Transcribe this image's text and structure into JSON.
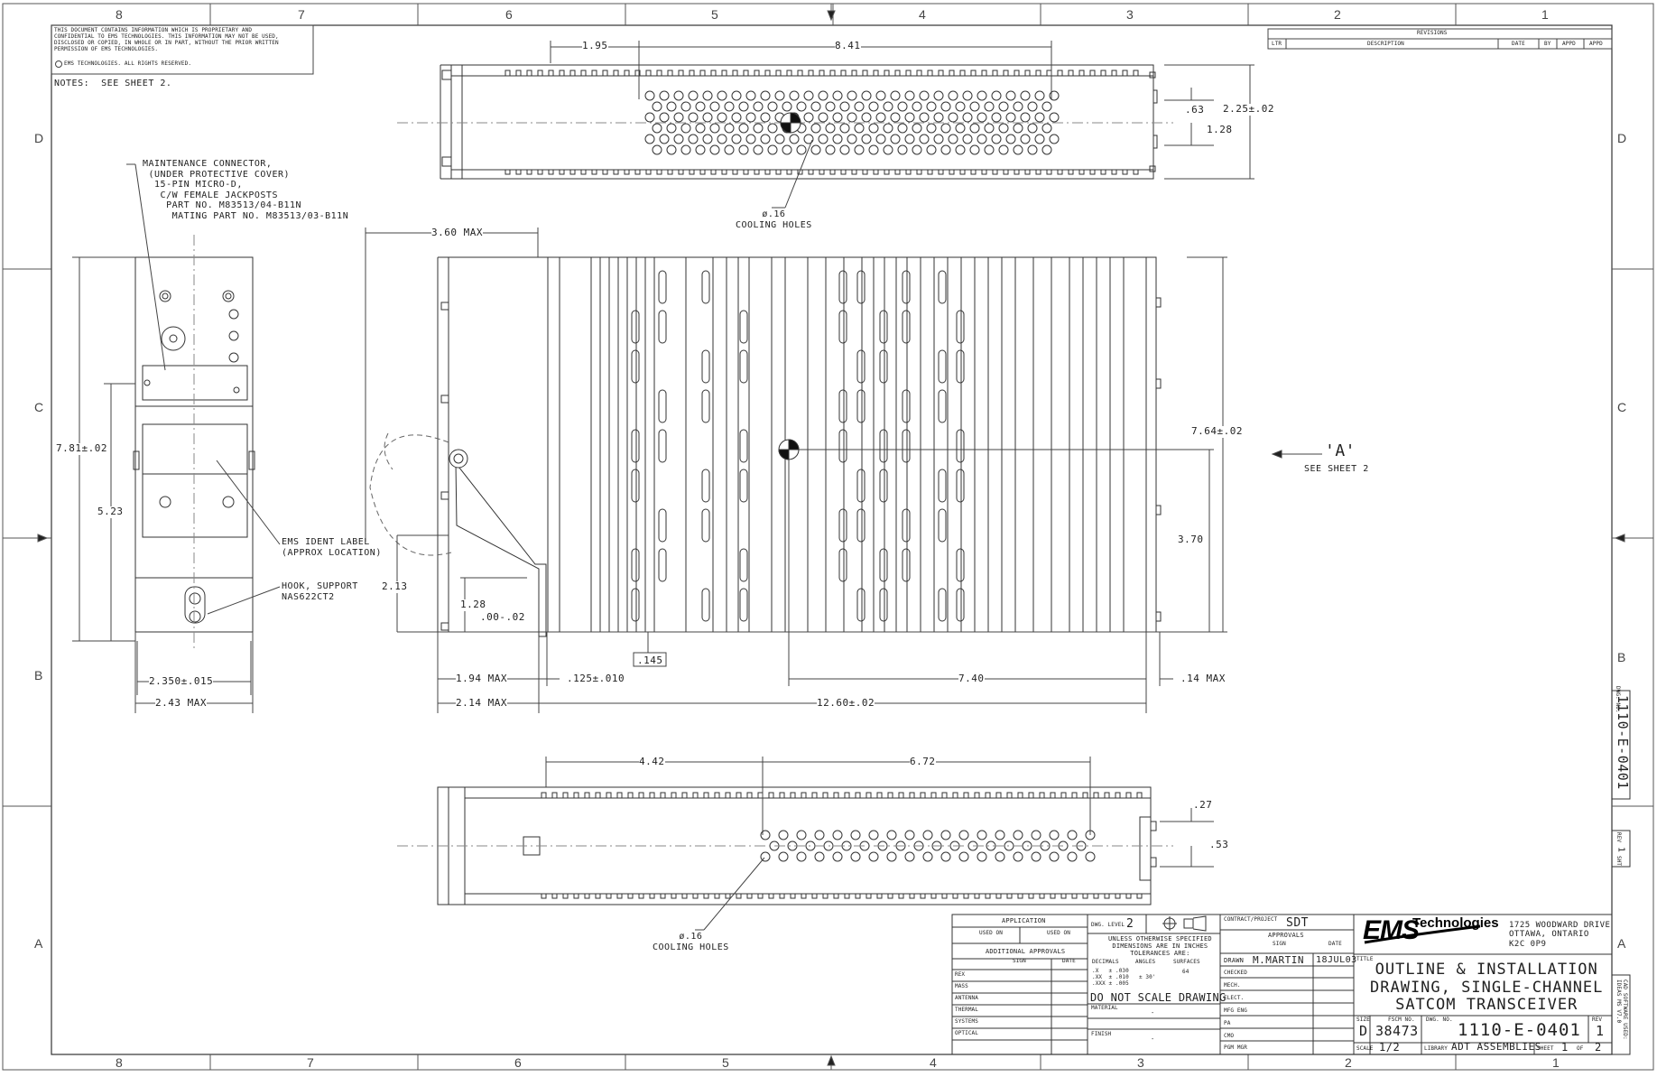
{
  "zones": {
    "cols_top": [
      "8",
      "7",
      "6",
      "5",
      "4",
      "3",
      "2",
      "1"
    ],
    "cols_bottom": [
      "8",
      "7",
      "6",
      "5",
      "4",
      "3",
      "2",
      "1"
    ],
    "rows": [
      "D",
      "C",
      "B",
      "A"
    ]
  },
  "proprietary": {
    "text": "THIS DOCUMENT CONTAINS INFORMATION WHICH IS PROPRIETARY AND\nCONFIDENTIAL TO EMS TECHNOLOGIES. THIS INFORMATION MAY NOT BE USED,\nDISCLOSED OR COPIED, IN WHOLE OR IN PART, WITHOUT THE PRIOR WRITTEN\nPERMISSION OF EMS TECHNOLOGIES.",
    "copyright": "EMS TECHNOLOGIES. ALL RIGHTS RESERVED."
  },
  "notes": "NOTES:  SEE SHEET 2.",
  "revisions": {
    "title": "REVISIONS",
    "headers": [
      "LTR",
      "DESCRIPTION",
      "DATE",
      "BY",
      "APPD",
      "APPD"
    ]
  },
  "callouts": {
    "maintenance": "MAINTENANCE CONNECTOR,\n (UNDER PROTECTIVE COVER)\n  15-PIN MICRO-D,\n   C/W FEMALE JACKPOSTS\n    PART NO. M83513/04-B11N\n     MATING PART NO. M83513/03-B11N",
    "cooling_top": "ø.16\nCOOLING HOLES",
    "cooling_bottom": "ø.16\nCOOLING HOLES",
    "ems_ident": "EMS IDENT LABEL\n(APPROX LOCATION)",
    "hook": "HOOK, SUPPORT\nNAS622CT2",
    "view_a": "'A'",
    "see_sheet": "SEE SHEET 2"
  },
  "dims": {
    "top_1_95": "1.95",
    "top_8_41": "8.41",
    "top_63": ".63",
    "top_2_25": "2.25±.02",
    "top_1_28": "1.28",
    "side_3_60": "3.60 MAX",
    "side_7_81": "7.81±.02",
    "side_5_23": "5.23",
    "side_2_13": "2.13",
    "side_1_28": "1.28",
    "side_00_02": ".00-.02",
    "side_145": ".145",
    "side_1_94": "1.94 MAX",
    "side_125": ".125±.010",
    "side_7_40": "7.40",
    "side_14": ".14 MAX",
    "side_2_14": "2.14 MAX",
    "side_12_60": "12.60±.02",
    "side_7_64": "7.64±.02",
    "side_3_70": "3.70",
    "front_2_350": "2.350±.015",
    "front_2_43": "2.43 MAX",
    "bot_4_42": "4.42",
    "bot_6_72": "6.72",
    "bot_27": ".27",
    "bot_53": ".53"
  },
  "title_block": {
    "application": "APPLICATION",
    "used_on": "USED ON",
    "used_on2": "USED ON",
    "dwg_level_label": "DWG. LEVEL",
    "dwg_level": "2",
    "tolerances": "UNLESS OTHERWISE SPECIFIED\nDIMENSIONS ARE IN INCHES\nTOLERANCES ARE:",
    "tol_headers": [
      "DECIMALS",
      "ANGLES",
      "SURFACES"
    ],
    "tol_values": ".X   ± .030\n.XX  ± .010\n.XXX ± .005",
    "angle_tol": "± 30'",
    "surface": "64",
    "do_not_scale": "DO NOT SCALE DRAWING",
    "material": "MATERIAL",
    "material_val": "-",
    "finish": "FINISH",
    "finish_val": "-",
    "additional_approvals": "ADDITIONAL APPROVALS",
    "sign": "SIGN",
    "date": "DATE",
    "approval_rows": [
      "REX",
      "MASS",
      "ANTENNA",
      "THERMAL",
      "SYSTEMS",
      "OPTICAL"
    ],
    "contract_label": "CONTRACT/PROJECT",
    "contract": "SDT",
    "approvals": "APPROVALS",
    "sign2": "SIGN",
    "date2": "DATE",
    "drawn_label": "DRAWN",
    "drawn": "M.MARTIN",
    "drawn_date": "18JUL03",
    "roles": [
      "CHECKED",
      "MECH.",
      "ELECT.",
      "MFG ENG",
      "PA",
      "CMO",
      "PGM MGR"
    ],
    "title_label": "TITLE",
    "company": "EMS",
    "company_suffix": "Technologies",
    "address": "1725 WOODWARD DRIVE\nOTTAWA, ONTARIO\nK2C 0P9",
    "title": "OUTLINE & INSTALLATION\nDRAWING, SINGLE-CHANNEL\nSATCOM TRANSCEIVER",
    "size_label": "SIZE",
    "size": "D",
    "fscm_label": "FSCM NO.",
    "fscm": "38473",
    "dwg_no_label": "DWG. NO.",
    "dwg_no": "1110-E-0401",
    "rev_label": "REV",
    "rev": "1",
    "scale_label": "SCALE",
    "scale": "1/2",
    "library_label": "LIBRARY",
    "library": "ADT ASSEMBLIES",
    "sheet_label": "SHEET",
    "sheet": "1",
    "of": "OF",
    "sheets": "2",
    "side_dwg_label": "DWG. No.",
    "side_dwg": "1110-E-0401",
    "side_rev": "REV",
    "side_rev_val": "1",
    "side_sht": "SHT",
    "side_sht_val": "1",
    "cad_software": "CAD SOFTWARE USED:\nIDEAS MS V7.0"
  }
}
